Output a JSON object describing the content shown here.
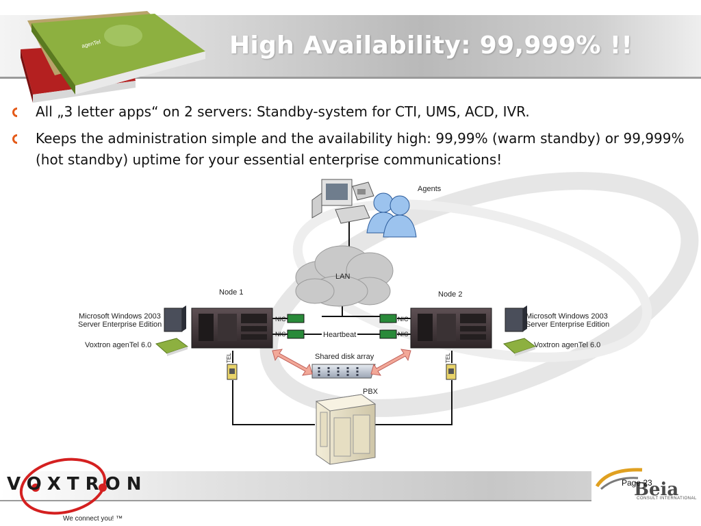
{
  "title": "High Availability: 99,999% !!",
  "bullets": [
    "All „3 letter apps“ on 2 servers: Standby-system for CTI, UMS, ACD, IVR.",
    "Keeps the administration simple and the availability high: 99,99% (warm standby) or 99,999% (hot standby) uptime for your essential enterprise communications!"
  ],
  "diagram": {
    "agents": "Agents",
    "lan": "LAN",
    "node1": "Node 1",
    "node2": "Node 2",
    "os_line1": "Microsoft Windows 2003",
    "os_line2": "Server Enterprise Edition",
    "agentel": "Voxtron agenTel 6.0",
    "nic": "NIC",
    "heartbeat": "Heartbeat",
    "shared_disk": "Shared disk array",
    "pbx": "PBX",
    "tel": "TEL"
  },
  "footer": {
    "logo": "VOXTRON",
    "tagline": "We connect you! ™",
    "page": "Page 23",
    "partner_logo": "Beia",
    "partner_sub": "CONSULT INTERNATIONAL"
  },
  "colors": {
    "title": "#ffffff",
    "bullet_marker": "#e45a18",
    "logo_red": "#d42020",
    "cloud": "#c9c9c9",
    "agents_blue": "#9cc3ee",
    "book_green": "#8db040",
    "book_red": "#b42020"
  }
}
